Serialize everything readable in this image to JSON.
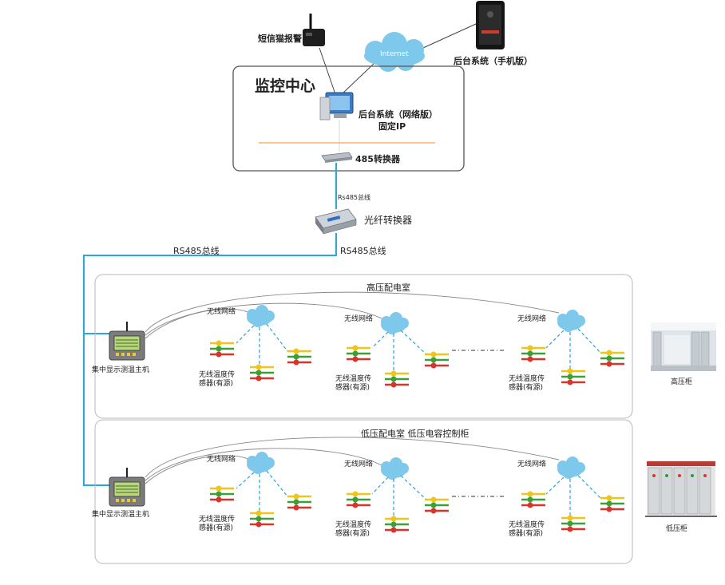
{
  "top": {
    "sms_alarm": "短信猫报警",
    "internet": "Internet",
    "mobile_backend": "后台系统（手机版）"
  },
  "monitor_center": {
    "title": "监控中心",
    "web_backend_line1": "后台系统（网络版）",
    "web_backend_line2": "固定IP",
    "converter_485": "485转换器"
  },
  "bus": {
    "rs485_small": "Rs485总线",
    "fiber_converter": "光纤转换器",
    "rs485_left": "RS485总线",
    "rs485_right": "RS485总线"
  },
  "high_section": {
    "title": "高压配电室",
    "host_label": "集中显示测温主机",
    "wireless_1": "无线网络",
    "wireless_2": "无线网络",
    "wireless_3": "无线网络",
    "sensor_1_line1": "无线温度传",
    "sensor_1_line2": "感器(有源)",
    "sensor_2_line1": "无线温度传",
    "sensor_2_line2": "感器(有源)",
    "sensor_3_line1": "无线温度传",
    "sensor_3_line2": "感器(有源)",
    "photo_label": "高压柜"
  },
  "low_section": {
    "title": "低压配电室  低压电容控制柜",
    "host_label": "集中显示测温主机",
    "wireless_1": "无线网络",
    "wireless_2": "无线网络",
    "wireless_3": "无线网络",
    "sensor_1_line1": "无线温度传",
    "sensor_1_line2": "感器(有源)",
    "sensor_2_line1": "无线温度传",
    "sensor_2_line2": "感器(有源)",
    "sensor_3_line1": "无线温度传",
    "sensor_3_line2": "感器(有源)",
    "photo_label": "低压柜"
  },
  "colors": {
    "bus_line": "#29a8e0",
    "dashed_link": "#2aa3d8",
    "orange_divider": "#f2a654",
    "cloud": "#7ec8ec",
    "sensor_yellow": "#f0c419",
    "sensor_green": "#3aa03a",
    "sensor_red": "#d9342b",
    "box_border": "#555555",
    "section_border": "#b8b8b8"
  }
}
